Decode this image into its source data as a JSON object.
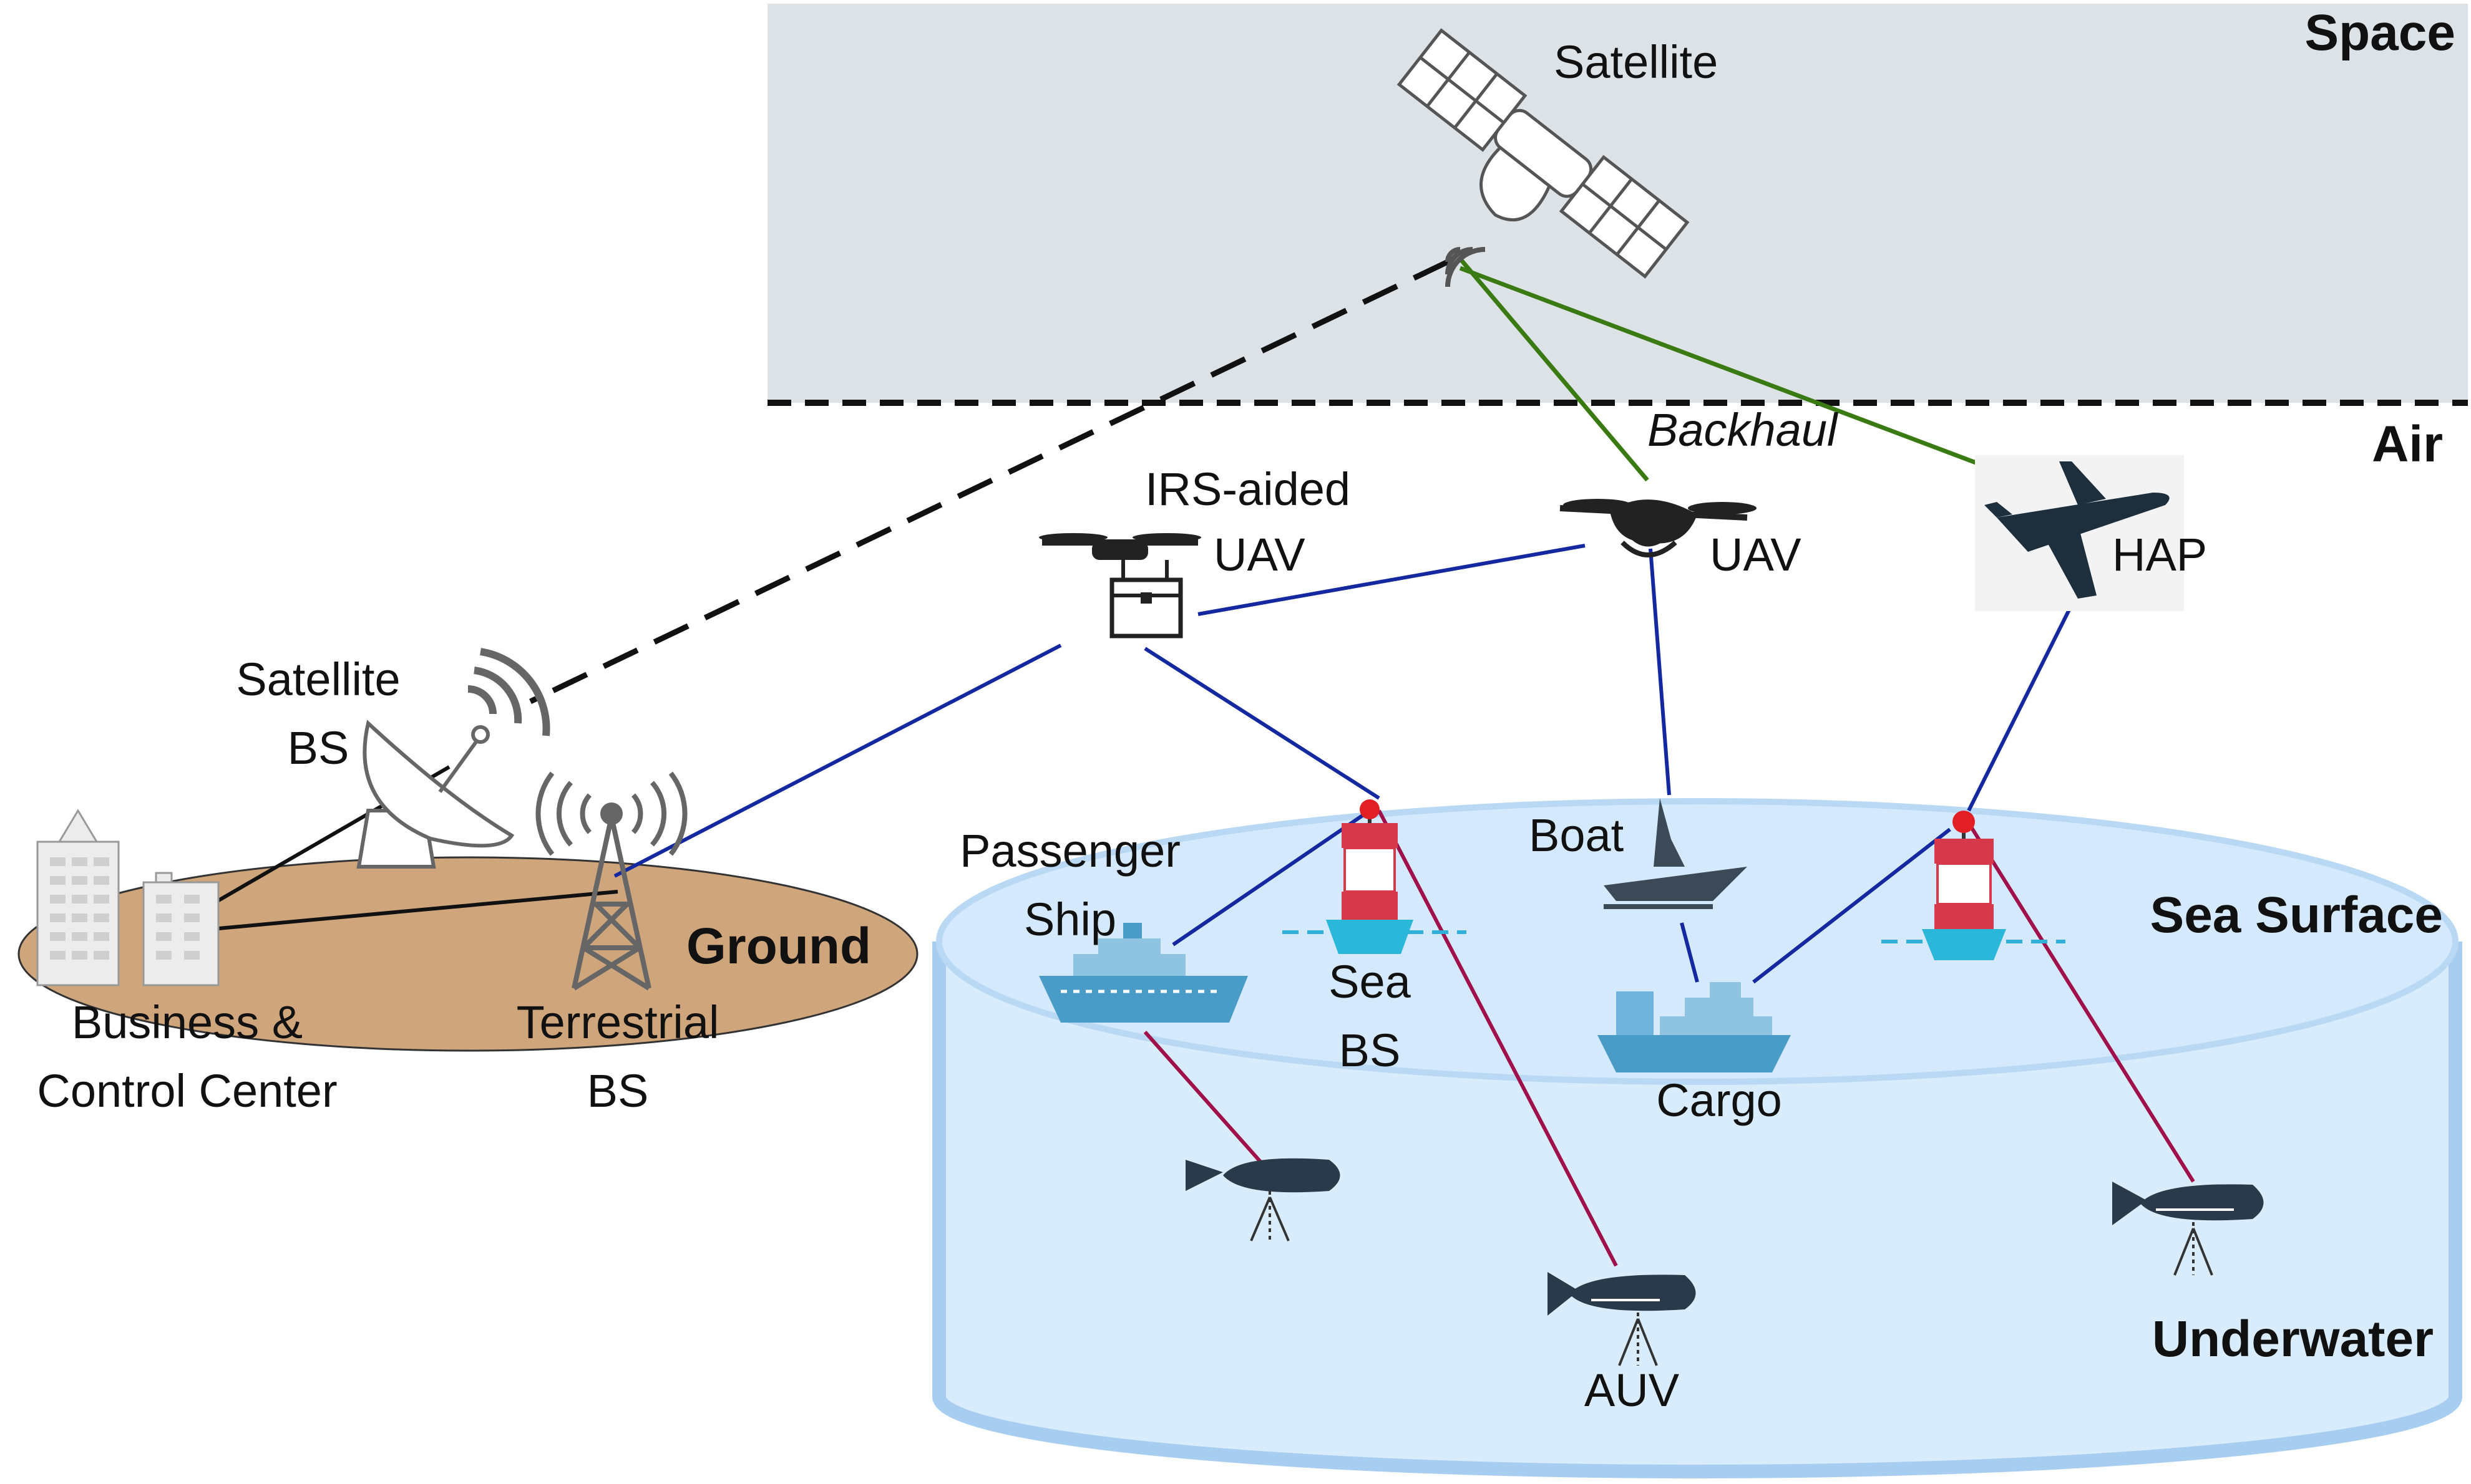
{
  "zones": {
    "space": "Space",
    "air": "Air",
    "ground": "Ground",
    "sea_surface": "Sea Surface",
    "underwater": "Underwater"
  },
  "labels": {
    "satellite": "Satellite",
    "backhaul": "Backhaul",
    "irs_uav_line1": "IRS-aided",
    "irs_uav_line2": "UAV",
    "uav": "UAV",
    "hap": "HAP",
    "satellite_bs_line1": "Satellite",
    "satellite_bs_line2": "BS",
    "business_line1": "Business &",
    "business_line2": "Control Center",
    "terrestrial_line1": "Terrestrial",
    "terrestrial_line2": "BS",
    "passenger_line1": "Passenger",
    "passenger_line2": "Ship",
    "sea_bs_line1": "Sea",
    "sea_bs_line2": "BS",
    "boat": "Boat",
    "cargo": "Cargo",
    "auv": "AUV"
  },
  "colors": {
    "space_bg": "#dde2e7",
    "ground": "#cfa57c",
    "sea": "#d8ecfb",
    "sea_edge": "#a7cdf0",
    "link_radio": "#1428a0",
    "link_backhaul": "#3a7a12",
    "link_acoustic": "#a0104a",
    "icon_dark": "#2b3a4a",
    "icon_ship": "#4a9cc8",
    "buoy_red": "#d8394a"
  }
}
